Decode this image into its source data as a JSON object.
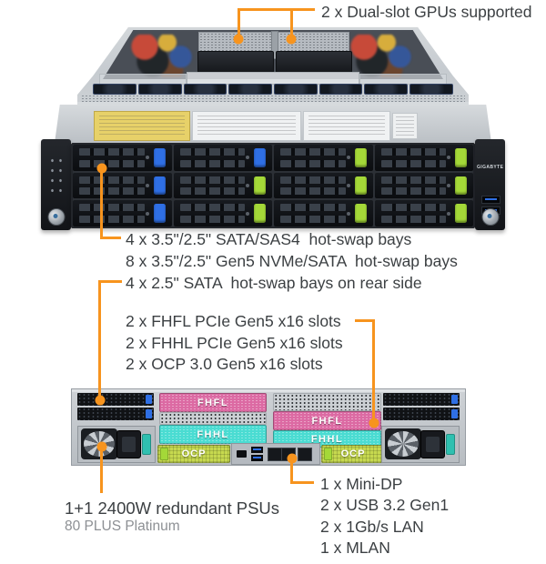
{
  "colors": {
    "accent": "#f7941e",
    "fhfl": "#dc6aa3",
    "fhhl": "#4adcd2",
    "ocp": "#c6d84f",
    "latch_blue": "#2f6fe4",
    "latch_green": "#a4d838",
    "teal": "#2fc0b0"
  },
  "callouts": {
    "gpu": "2 x Dual-slot GPUs supported",
    "front_bays": [
      "4 x 3.5\"/2.5\" SATA/SAS4  hot-swap bays",
      "8 x 3.5\"/2.5\" Gen5 NVMe/SATA  hot-swap bays",
      "4 x 2.5\" SATA  hot-swap bays on rear side"
    ],
    "expansion_slots": [
      "2 x FHFL PCIe Gen5 x16 slots",
      "2 x FHHL PCIe Gen5 x16 slots",
      "2 x OCP 3.0 Gen5 x16 slots"
    ],
    "psu": {
      "title": "1+1 2400W redundant PSUs",
      "subtitle": "80 PLUS Platinum"
    },
    "rear_io": [
      "1 x Mini-DP",
      "2 x USB 3.2 Gen1",
      "2 x 1Gb/s LAN",
      "1 x MLAN"
    ]
  },
  "rear_slot_labels": {
    "fhfl": "FHFL",
    "fhhl": "FHHL",
    "ocp": "OCP"
  },
  "front": {
    "brand": "GIGABYTE",
    "bay_latches": [
      [
        "blue",
        "blue",
        "green",
        "green"
      ],
      [
        "blue",
        "green",
        "green",
        "green"
      ],
      [
        "blue",
        "green",
        "green",
        "green"
      ]
    ]
  }
}
